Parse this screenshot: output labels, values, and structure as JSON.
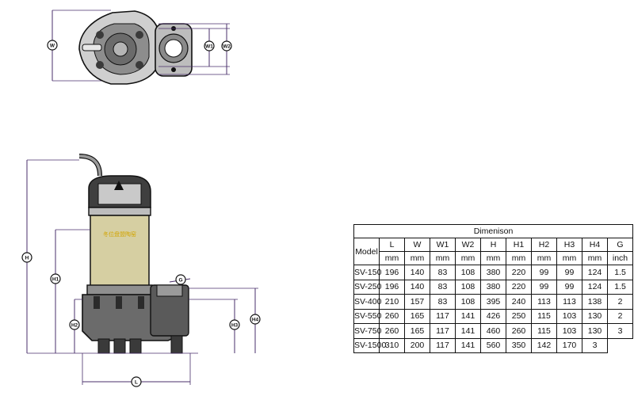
{
  "top_view": {
    "labels": {
      "w": "W",
      "w1": "W1",
      "w2": "W2"
    }
  },
  "side_view": {
    "labels": {
      "h": "H",
      "h1": "H1",
      "h2": "H2",
      "h3": "H3",
      "h4": "H4",
      "g": "G",
      "l": "L"
    },
    "brand_text": "冬位盘盟陶窑"
  },
  "table": {
    "title": "Dimenison",
    "model_header": "Model",
    "columns": [
      "L",
      "W",
      "W1",
      "W2",
      "H",
      "H1",
      "H2",
      "H3",
      "H4",
      "G"
    ],
    "units": [
      "mm",
      "mm",
      "mm",
      "mm",
      "mm",
      "mm",
      "mm",
      "mm",
      "mm",
      "inch"
    ],
    "rows": [
      {
        "model": "SV-150",
        "values": [
          "196",
          "140",
          "83",
          "108",
          "380",
          "220",
          "99",
          "99",
          "124",
          "1.5"
        ]
      },
      {
        "model": "SV-250",
        "values": [
          "196",
          "140",
          "83",
          "108",
          "380",
          "220",
          "99",
          "99",
          "124",
          "1.5"
        ]
      },
      {
        "model": "SV-400",
        "values": [
          "210",
          "157",
          "83",
          "108",
          "395",
          "240",
          "113",
          "113",
          "138",
          "2"
        ]
      },
      {
        "model": "SV-550",
        "values": [
          "260",
          "165",
          "117",
          "141",
          "426",
          "250",
          "115",
          "103",
          "130",
          "2"
        ]
      },
      {
        "model": "SV-750",
        "values": [
          "260",
          "165",
          "117",
          "141",
          "460",
          "260",
          "115",
          "103",
          "130",
          "3"
        ]
      },
      {
        "model": "SV-1500",
        "values": [
          "310",
          "200",
          "117",
          "141",
          "560",
          "350",
          "142",
          "170",
          "3"
        ]
      }
    ]
  }
}
